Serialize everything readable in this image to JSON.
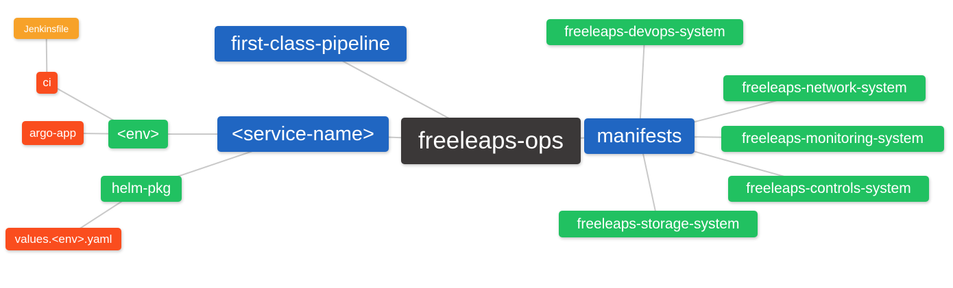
{
  "diagram": {
    "type": "mindmap",
    "root": "freeleaps-ops"
  },
  "edge_color": "#c9c9c9",
  "palette": {
    "blue": "#2066c2",
    "green": "#21c161",
    "red": "#fa4d1e",
    "orange": "#f7a229",
    "dark": "#3b3838"
  },
  "nodes": {
    "jenkinsfile": {
      "label": "Jenkinsfile",
      "color": "#f7a229"
    },
    "ci": {
      "label": "ci",
      "color": "#fa4d1e"
    },
    "argo_app": {
      "label": "argo-app",
      "color": "#fa4d1e"
    },
    "env": {
      "label": "<env>",
      "color": "#21c161"
    },
    "helm_pkg": {
      "label": "helm-pkg",
      "color": "#21c161"
    },
    "values_env_yaml": {
      "label": "values.<env>.yaml",
      "color": "#fa4d1e"
    },
    "first_class_pipeline": {
      "label": "first-class-pipeline",
      "color": "#2066c2"
    },
    "service_name": {
      "label": "<service-name>",
      "color": "#2066c2"
    },
    "freeleaps_ops": {
      "label": "freeleaps-ops",
      "color": "#3b3838"
    },
    "manifests": {
      "label": "manifests",
      "color": "#2066c2"
    },
    "devops_system": {
      "label": "freeleaps-devops-system",
      "color": "#21c161"
    },
    "network_system": {
      "label": "freeleaps-network-system",
      "color": "#21c161"
    },
    "monitoring_system": {
      "label": "freeleaps-monitoring-system",
      "color": "#21c161"
    },
    "controls_system": {
      "label": "freeleaps-controls-system",
      "color": "#21c161"
    },
    "storage_system": {
      "label": "freeleaps-storage-system",
      "color": "#21c161"
    }
  },
  "edges": [
    [
      "jenkinsfile",
      "ci"
    ],
    [
      "ci",
      "env"
    ],
    [
      "argo_app",
      "env"
    ],
    [
      "env",
      "service_name"
    ],
    [
      "helm_pkg",
      "service_name"
    ],
    [
      "values_env_yaml",
      "helm_pkg"
    ],
    [
      "first_class_pipeline",
      "freeleaps_ops"
    ],
    [
      "service_name",
      "freeleaps_ops"
    ],
    [
      "freeleaps_ops",
      "manifests"
    ],
    [
      "manifests",
      "devops_system"
    ],
    [
      "manifests",
      "network_system"
    ],
    [
      "manifests",
      "monitoring_system"
    ],
    [
      "manifests",
      "controls_system"
    ],
    [
      "manifests",
      "storage_system"
    ]
  ]
}
